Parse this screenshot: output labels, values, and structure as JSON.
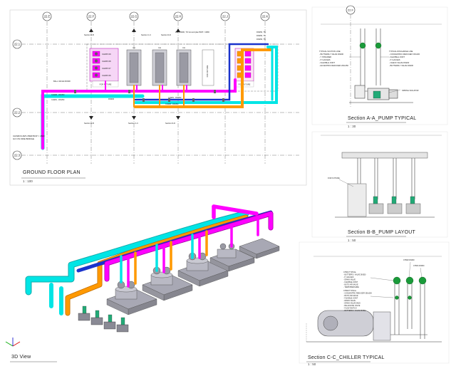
{
  "views": {
    "plan": {
      "title": "GROUND FLOOR PLAN",
      "scale": "1 : 100"
    },
    "view3d": {
      "title": "3D View"
    },
    "sectionA": {
      "title": "Section A-A_PUMP TYPICAL",
      "scale": "1 : 30"
    },
    "sectionB": {
      "title": "Section B-B_PUMP LAYOUT",
      "scale": "1 : 50"
    },
    "sectionC": {
      "title": "Section C-C_CHILLER TYPICAL",
      "scale": "1 : 50"
    }
  },
  "grids": {
    "columns": [
      "22.E",
      "22.F",
      "22.G",
      "22.H",
      "22.J",
      "22.K"
    ],
    "rows": [
      "22.1",
      "22.2",
      "22.3"
    ],
    "sectionA_grid": "22.F"
  },
  "plan_labels": {
    "pump_tags": [
      "CHWP-09",
      "CHWP-08",
      "CHWP-07",
      "CHWP-06"
    ],
    "chiller_tag": "CH",
    "for_future": "FOR FUTURE",
    "ball_valve": "BALL VALVE DN300",
    "chwr_main": "CHWR - DN350",
    "chws_main": "CHWS - DN350",
    "dn300": "DN300",
    "section_tags": [
      "Section B-B",
      "Section C-C",
      "Section D-D"
    ],
    "riser_note": "CHWR/CHWS 350Ø BOP = 4800 GO ON FIRE BRIDGE",
    "top_note": "WE DN300, TO Ground plan BOP = 4800",
    "dn_list": [
      "DN450, TS",
      "DN450, TS",
      "DN450, TS"
    ]
  },
  "sectionA_notes_left": [
    "TYPICAL SUCTION LINE",
    "- BUTTERFLY VALVE DN200",
    "- Y STRAINER",
    "- P. GAUGES",
    "- FLEXIBLE JOINT",
    "- ECCENTRIC REDUCER 200x150"
  ],
  "sectionA_notes_right": [
    "TYPICAL DISCHARGE LINE",
    "- CONCENTRIC REDUCER 150x200",
    "- FLEXIBLE JOINT",
    "- P. GAUGES",
    "- CHECK VALVE DN200",
    "- BUTTERFLY VALVE DN200"
  ],
  "sectionA_spring": "SPRING ISOLATOR",
  "sectionB_future": "FOR FUTURE",
  "sectionC_notes": [
    "CHWS TYPICAL",
    "- BUTTERFLY VALVE DN350",
    "- P. GAUGES",
    "- DRAIN VALVE",
    "- FLEXIBLE JOINT",
    "- BUTO AIR VALVE",
    "- TEMP/PRESSURE",
    "CHWR TYPICAL",
    "- CONCENTRIC REDUCER 350x300",
    "- BUTO AIR VALVE",
    "- FLEXIBLE JOINT",
    "- DRAIN VALVE",
    "- DRAIN VALVE DN25",
    "- BALANCING VALVE",
    "- FLOW SWITCH",
    "- BUTTERFLY VALVE DN350"
  ],
  "sectionC_tags": [
    "CHWR DN300",
    "CHWS DN300"
  ],
  "colors": {
    "chws": "#ff00ff",
    "chwr": "#00e5e5",
    "orange": "#ff9900",
    "blue": "#1a33cc",
    "equipment": "#b9b9c4"
  }
}
